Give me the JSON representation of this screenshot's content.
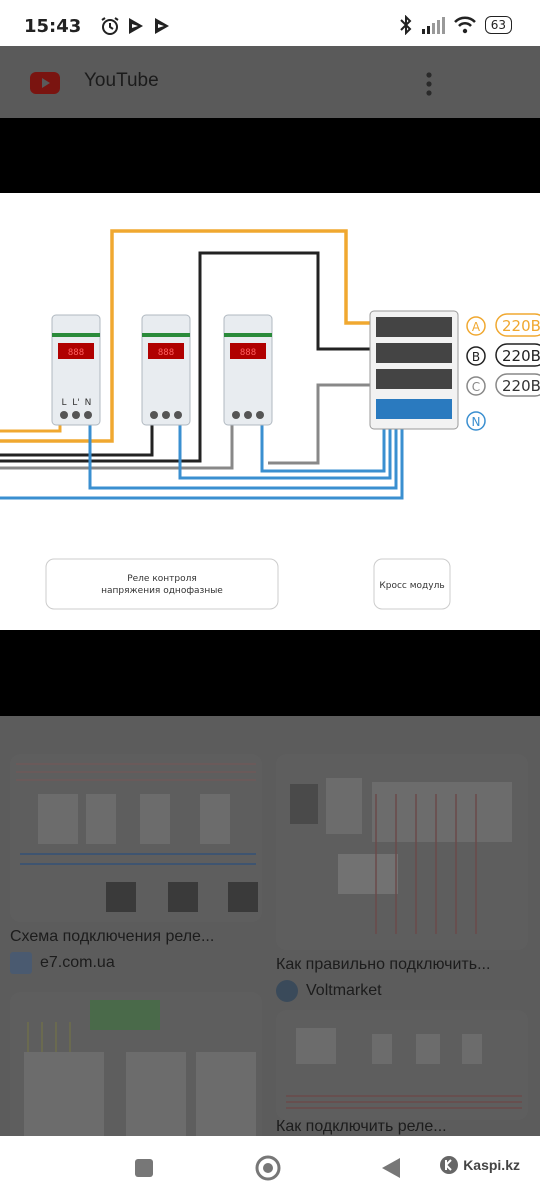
{
  "status": {
    "time": "15:43",
    "battery": "63"
  },
  "app": {
    "title": "YouTube"
  },
  "diagram": {
    "phase_labels": [
      "A",
      "B",
      "C",
      "N"
    ],
    "voltages": [
      "220В",
      "220В",
      "220В"
    ],
    "terminal_labels": [
      "L",
      "L'",
      "N"
    ],
    "relay_caption_line1": "Реле контроля",
    "relay_caption_line2": "напряжения однофазные",
    "cross_module_caption": "Кросс модуль"
  },
  "results": [
    {
      "title": "Схема подключения реле...",
      "source": "e7.com.ua"
    },
    {
      "title": "Как правильно подключить...",
      "source": "Voltmarket"
    },
    {
      "title": "",
      "source": ""
    },
    {
      "title": "Как подключить реле...",
      "source": ""
    }
  ],
  "nav": {
    "brand": "Kaspi.kz"
  },
  "colors": {
    "phase_a": "#f0a830",
    "phase_b": "#222222",
    "phase_c": "#888888",
    "neutral": "#3a8fd0",
    "youtube_red": "#e62117"
  }
}
